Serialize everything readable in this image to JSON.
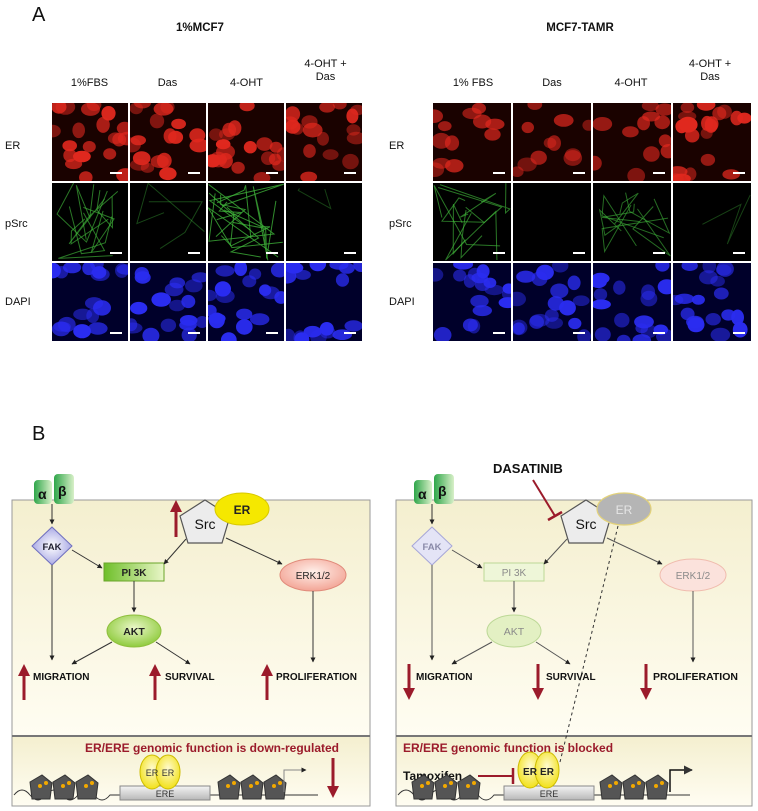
{
  "panel_a": {
    "letter": "A",
    "left": {
      "title": "1%MCF7",
      "columns": [
        "1%FBS",
        "Das",
        "4-OHT",
        "4-OHT +\nDas"
      ],
      "rows": [
        "ER",
        "pSrc",
        "DAPI"
      ]
    },
    "right": {
      "title": "MCF7-TAMR",
      "columns": [
        "1% FBS",
        "Das",
        "4-OHT",
        "4-OHT +\nDas"
      ],
      "rows": [
        "ER",
        "pSrc",
        "DAPI"
      ]
    }
  },
  "panel_b": {
    "letter": "B",
    "left": {
      "integrin_alpha": "α",
      "integrin_beta": "β",
      "src": "Src",
      "er": "ER",
      "fak": "FAK",
      "pi3k": "PI 3K",
      "akt": "AKT",
      "erk": "ERK1/2",
      "migration": "MIGRATION",
      "survival": "SURVIVAL",
      "proliferation": "PROLIFERATION",
      "genomic_text": "ER/ERE genomic function is down-regulated",
      "dimer_a": "ER",
      "dimer_b": "ER",
      "ere": "ERE"
    },
    "right": {
      "integrin_alpha": "α",
      "integrin_beta": "β",
      "drug": "DASATINIB",
      "src": "Src",
      "er": "ER",
      "fak": "FAK",
      "pi3k": "PI 3K",
      "akt": "AKT",
      "erk": "ERK1/2",
      "migration": "MIGRATION",
      "survival": "SURVIVAL",
      "proliferation": "PROLIFERATION",
      "genomic_text": "ER/ERE genomic function is blocked",
      "tamoxifen": "Tamoxifen",
      "dimer_a": "ER",
      "dimer_b": "ER",
      "ere": "ERE"
    }
  },
  "colors": {
    "er_red": "#e0281e",
    "psrc_green": "#3fb43a",
    "dapi_blue": "#2a2cf0",
    "arrow_maroon": "#9b1b2b",
    "pathway_bg": "#fbf6dc",
    "er_yellow": "#f5e800"
  }
}
